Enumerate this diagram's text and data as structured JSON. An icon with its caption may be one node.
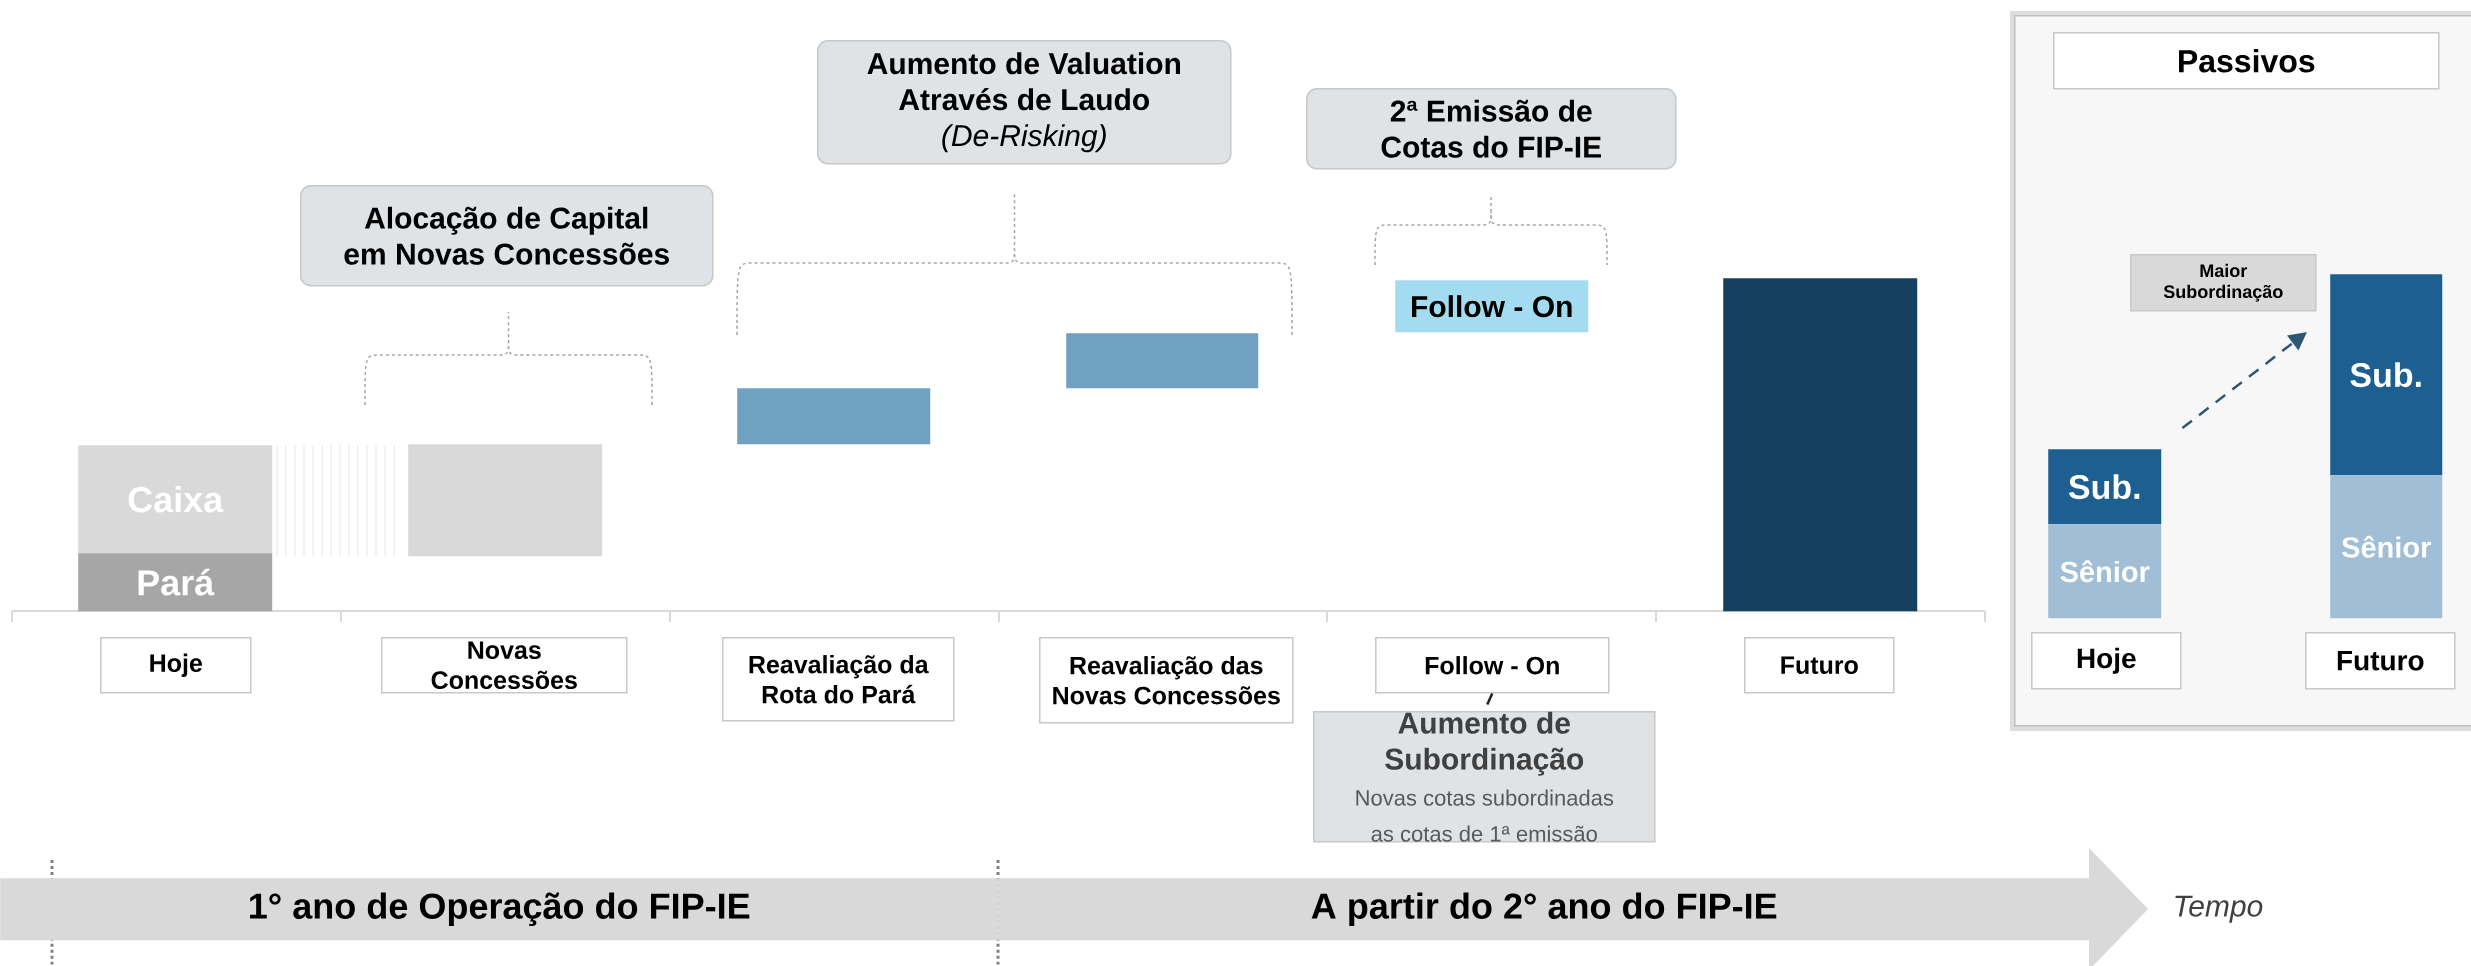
{
  "diagram": {
    "nodes": [
      {
        "text": [
          "Alocação de Capital em Novas Concessões"
        ]
      },
      {
        "text": [
          "Aumento de Valuation Através de Laudo",
          "(De-Risking)"
        ]
      },
      {
        "text": [
          "2ª Emissão de Cotas do FIP-IE"
        ]
      },
      {
        "text": [
          "Caixa"
        ]
      },
      {
        "text": [
          "Pará"
        ]
      },
      {
        "text": [],
        "shape": "bar"
      },
      {
        "text": [],
        "shape": "bar"
      },
      {
        "text": [],
        "shape": "bar"
      },
      {
        "text": [
          "Follow - On"
        ]
      },
      {
        "text": [],
        "shape": "bar"
      },
      {
        "text": [
          "Hoje"
        ]
      },
      {
        "text": [
          "Novas Concessões"
        ]
      },
      {
        "text": [
          "Reavaliação da Rota do Pará"
        ]
      },
      {
        "text": [
          "Reavaliação das Novas Concessões"
        ]
      },
      {
        "text": [
          "Follow - On"
        ]
      },
      {
        "text": [
          "Futuro"
        ]
      },
      {
        "text": [
          "Aumento de Subordinação",
          "Novas cotas subordinadas as cotas de 1ª emissão"
        ]
      },
      {
        "text": [
          "1° ano de Operação do FIP-IE"
        ]
      },
      {
        "text": [
          "A partir do 2° ano do FIP-IE"
        ],
        "beside": [
          "Tempo"
        ]
      },
      {
        "text": [],
        "shape": "box"
      },
      {
        "text": [
          "Passivos"
        ],
        "in": 19
      },
      {
        "text": [
          "Maior Subordinação"
        ],
        "in": 19
      },
      {
        "text": [
          "Sub."
        ],
        "in": 19
      },
      {
        "text": [
          "Sênior"
        ],
        "in": 19
      },
      {
        "text": [
          "Sub."
        ],
        "in": 19
      },
      {
        "text": [
          "Sênior"
        ],
        "in": 19
      },
      {
        "text": [
          "Hoje"
        ],
        "in": 19
      },
      {
        "text": [
          "Futuro"
        ],
        "in": 19
      },
      {
        "text": [],
        "shape": "bar"
      }
    ],
    "edges": [
      {
        "from": 14,
        "to": 16,
        "arrow": "none",
        "style": "dashed"
      },
      {
        "from": 22,
        "to": 24,
        "arrow": "to",
        "style": "dashed",
        "color": "#2c5872"
      }
    ]
  }
}
